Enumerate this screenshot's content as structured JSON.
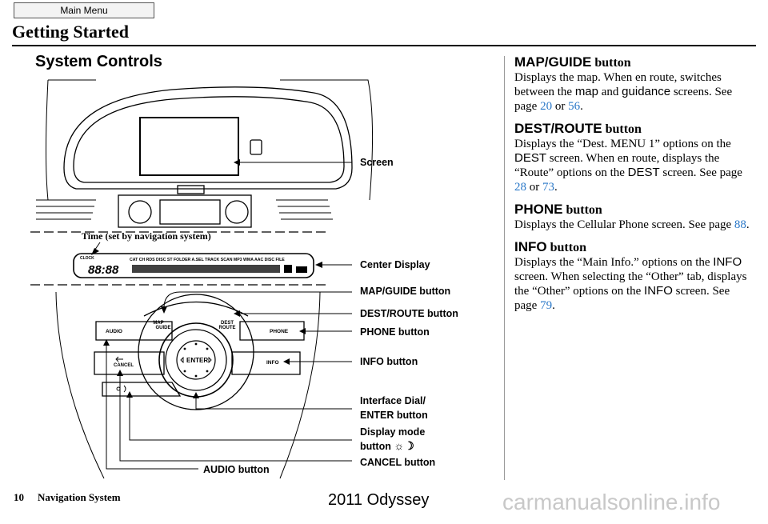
{
  "nav": {
    "main_menu": "Main Menu"
  },
  "page": {
    "title": "Getting Started",
    "section": "System Controls",
    "page_number": "10",
    "footer_title": "Navigation System",
    "model": "2011 Odyssey",
    "watermark": "carmanualsonline.info"
  },
  "figure": {
    "labels": {
      "screen": "Screen",
      "time": "Time (set by navigation system)",
      "center_display": "Center Display",
      "map_guide": "MAP/GUIDE button",
      "dest_route": "DEST/ROUTE button",
      "phone": "PHONE button",
      "info": "INFO button",
      "dial_1": "Interface Dial/",
      "dial_2": "ENTER button",
      "display_mode_1": "Display mode",
      "display_mode_2": "button",
      "cancel": "CANCEL button",
      "audio": "AUDIO button"
    },
    "panel": {
      "audio": "AUDIO",
      "map": "MAP",
      "guide": "GUIDE",
      "dest": "DEST",
      "route": "ROUTE",
      "phone": "PHONE",
      "info": "INFO",
      "cancel": "CANCEL",
      "enter": "ENTER",
      "clock": "CLOCK",
      "time": "88:88",
      "indicators": "CAT CH RDS DISC ST FOLDER A.SEL TRACK SCAN MP3 WMA AAC DISC FILE"
    }
  },
  "right": {
    "s1": {
      "h_sans": "MAP/GUIDE",
      "h_ser": " button",
      "t1": "Displays the map. When en route, switches between the ",
      "k1": "map",
      "t2": " and ",
      "k2": "guidance",
      "t3": " screens. See page ",
      "p1": "20",
      "t4": " or ",
      "p2": "56",
      "t5": "."
    },
    "s2": {
      "h_sans": "DEST/ROUTE",
      "h_ser": " button",
      "t1": "Displays the “Dest. MENU 1” options on the ",
      "k1": "DEST",
      "t2": " screen. When en route, displays the “Route” options on the ",
      "k2": "DEST",
      "t3": " screen. See page ",
      "p1": "28",
      "t4": " or ",
      "p2": "73",
      "t5": "."
    },
    "s3": {
      "h_sans": "PHONE",
      "h_ser": " button",
      "t1": "Displays the Cellular Phone screen. See page ",
      "p1": "88",
      "t2": "."
    },
    "s4": {
      "h_sans": "INFO",
      "h_ser": " button",
      "t1": "Displays the “Main Info.” options on the ",
      "k1": "INFO",
      "t2": " screen. When selecting the “Other” tab, displays the “Other” options on the ",
      "k2": "INFO",
      "t3": " screen. See page ",
      "p1": "79",
      "t4": "."
    }
  }
}
